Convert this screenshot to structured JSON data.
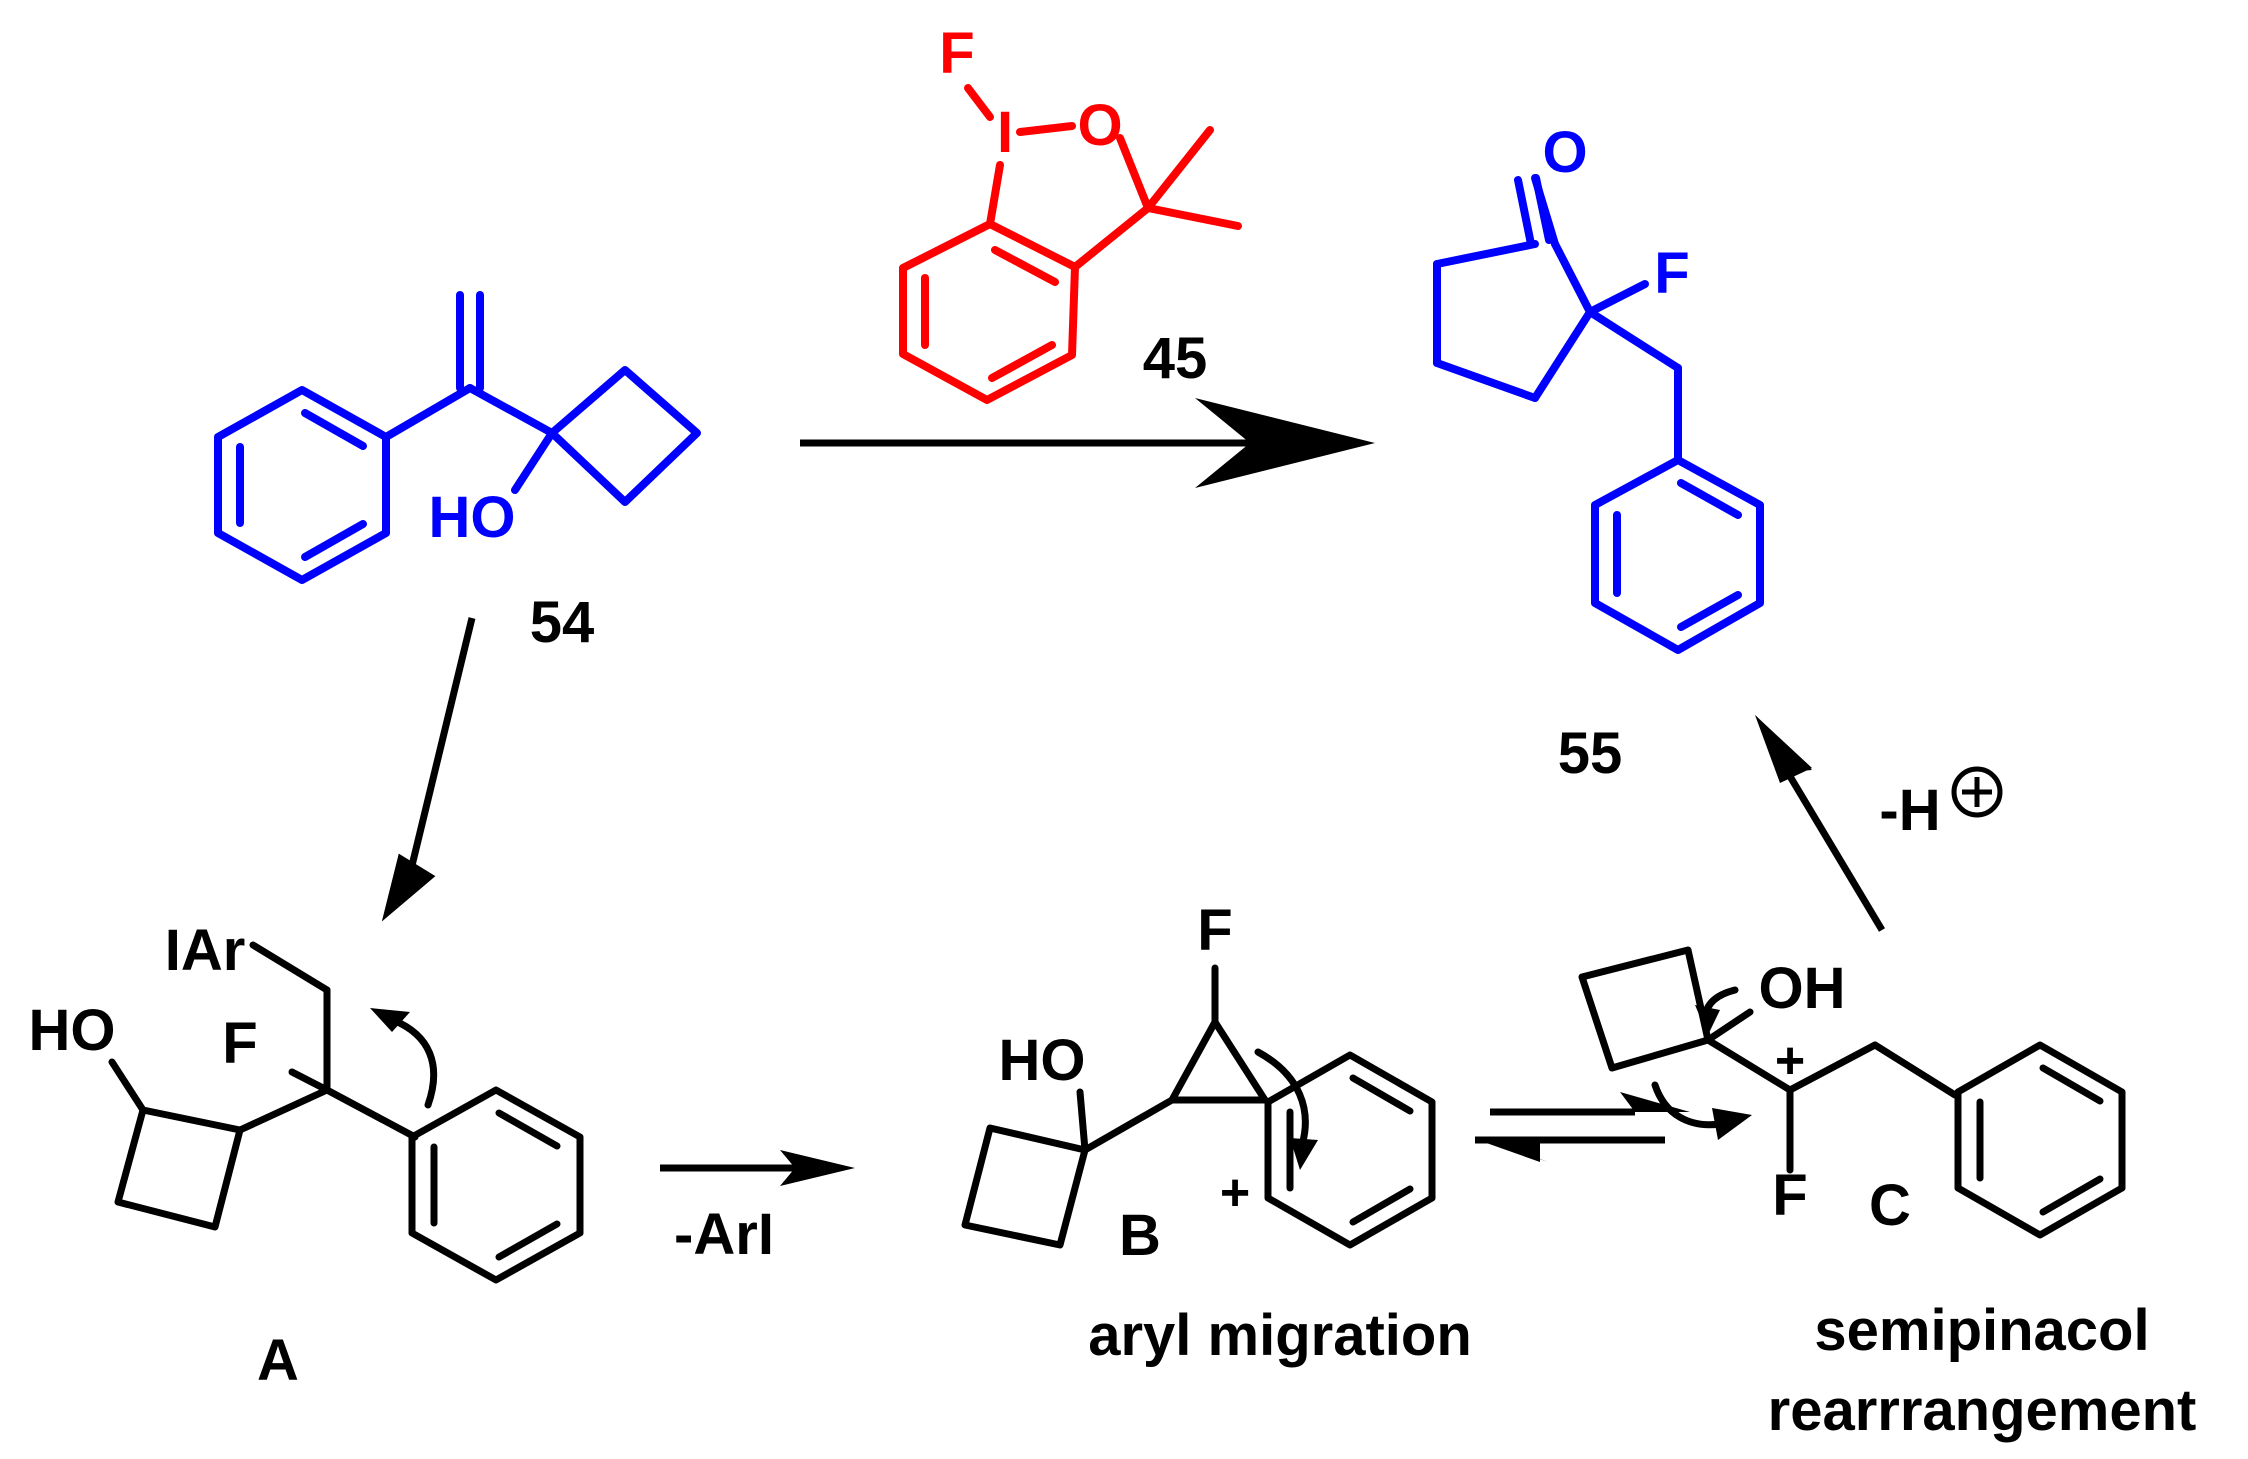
{
  "colors": {
    "substrate": "#0000ff",
    "reagent": "#ff0000",
    "mechanism": "#000000"
  },
  "reagent": {
    "label": "45",
    "atom_F": "F",
    "atom_I": "I",
    "atom_O": "O"
  },
  "substrate": {
    "label": "54",
    "atom_HO": "HO"
  },
  "product": {
    "label": "55",
    "atom_O": "O",
    "atom_F": "F"
  },
  "intermediate_A": {
    "label": "A",
    "atom_IAr": "IAr",
    "atom_F": "F",
    "atom_HO": "HO"
  },
  "intermediate_B": {
    "label": "B",
    "atom_F": "F",
    "atom_HO": "HO",
    "charge": "+"
  },
  "intermediate_C": {
    "label": "C",
    "atom_OH": "OH",
    "atom_F": "F",
    "charge": "+"
  },
  "steps": {
    "elimination": "-ArI",
    "aryl_migration": "aryl migration",
    "semipinacol_line1": "semipinacol",
    "semipinacol_line2": "rearrrangement",
    "deprotonation": "-H"
  }
}
